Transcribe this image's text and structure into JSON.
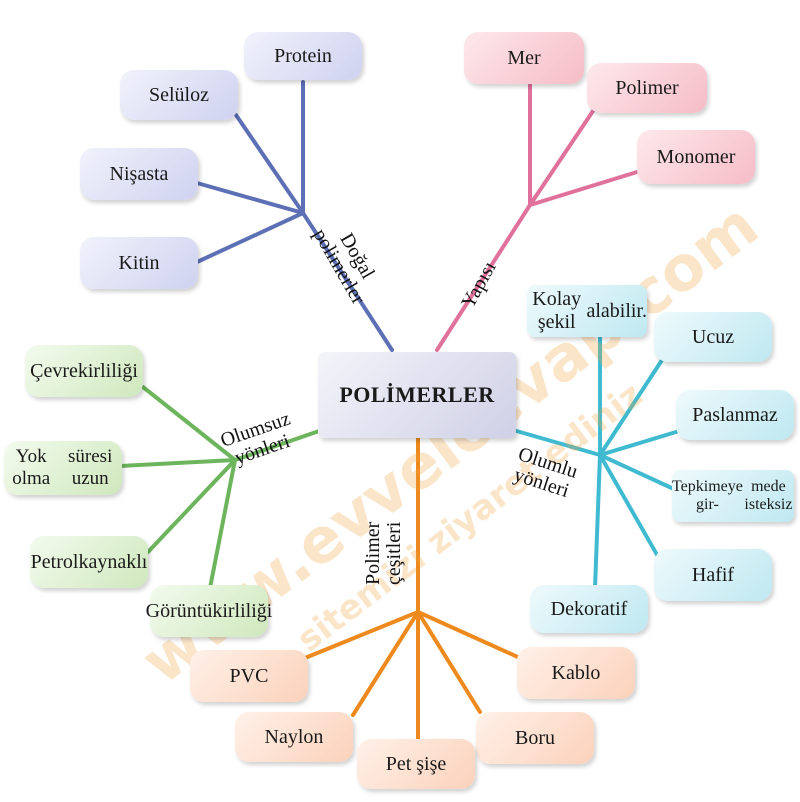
{
  "center": "POLİMERLER",
  "branches": {
    "dogal": {
      "label_lines": [
        "Doğal",
        "polimerler"
      ],
      "color": "#5d6fb5",
      "items": [
        "Protein",
        "Selüloz",
        "Nişasta",
        "Kitin"
      ]
    },
    "yapisi": {
      "label": "Yapısı",
      "color": "#e0719c",
      "items": [
        "Mer",
        "Polimer",
        "Monomer"
      ]
    },
    "olumlu": {
      "label_lines": [
        "Olumlu",
        "yönleri"
      ],
      "color": "#3fbad0",
      "items": [
        "Kolay şekil alabilir.",
        "Ucuz",
        "Paslanmaz",
        "Tepkimeye girmede isteksiz",
        "Hafif",
        "Dekoratif"
      ]
    },
    "olumsuz": {
      "label_lines": [
        "Olumsuz",
        "yönleri"
      ],
      "color": "#6db55c",
      "items": [
        "Çevre kirliliği",
        "Yok olma süresi uzun",
        "Petrol kaynaklı",
        "Görüntü kirliliği"
      ]
    },
    "cesit": {
      "label_lines": [
        "Polimer",
        "çeşitleri"
      ],
      "color": "#ee8a1d",
      "items": [
        "PVC",
        "Kablo",
        "Naylon",
        "Boru",
        "Pet şişe"
      ]
    }
  },
  "node_lines": {
    "kolay": [
      "Kolay şekil",
      "alabilir."
    ],
    "tepkime": [
      "Tepkimeye gir-",
      "mede isteksiz"
    ],
    "cevre": [
      "Çevre",
      "kirliliği"
    ],
    "yok": [
      "Yok olma",
      "süresi uzun"
    ],
    "petrol": [
      "Petrol",
      "kaynaklı"
    ],
    "goruntu": [
      "Görüntü",
      "kirliliği"
    ]
  },
  "watermark": [
    "www.evvelcevap.com",
    "sitemizi ziyaret ediniz"
  ]
}
